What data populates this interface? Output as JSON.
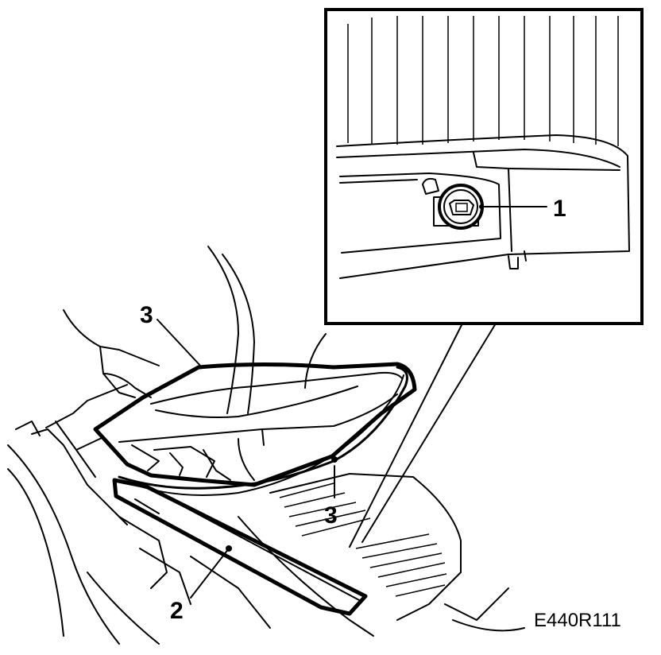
{
  "figure": {
    "callouts": [
      {
        "id": "1",
        "text": "1"
      },
      {
        "id": "2",
        "text": "2"
      },
      {
        "id": "3a",
        "text": "3"
      },
      {
        "id": "3b",
        "text": "3"
      }
    ],
    "reference_code": "E440R111"
  }
}
